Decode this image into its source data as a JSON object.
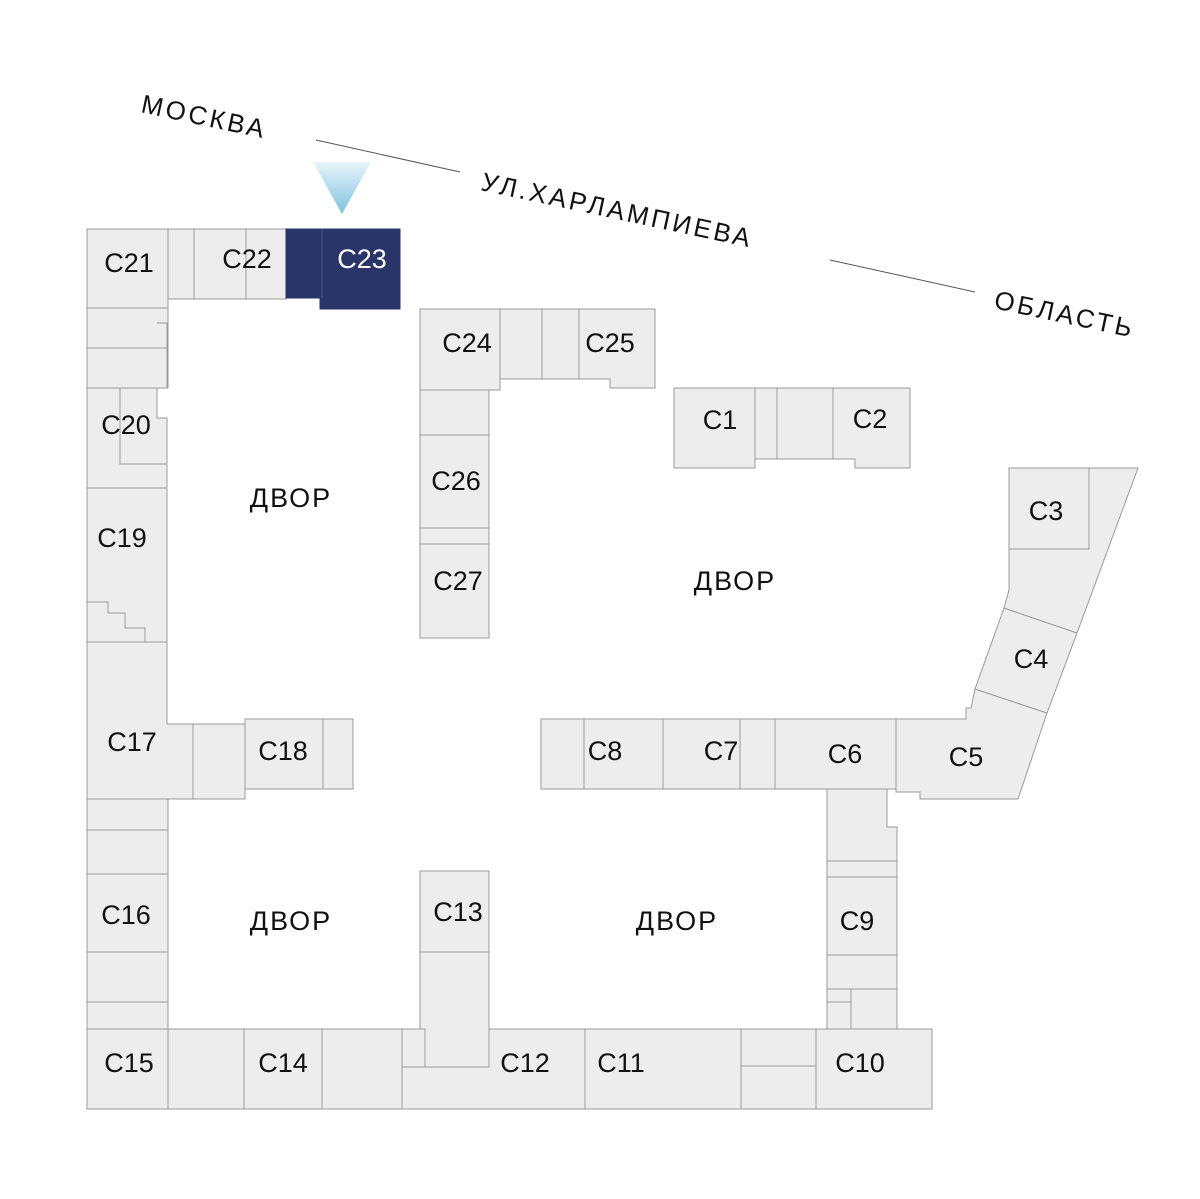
{
  "street": {
    "part1": "МОСКВА",
    "part2": "УЛ.ХАРЛАМПИЕВА",
    "part3": "ОБЛАСТЬ"
  },
  "yards": {
    "top_left": "ДВОР",
    "center": "ДВОР",
    "bottom_left": "ДВОР",
    "bottom_center": "ДВОР"
  },
  "selected_section": "С23",
  "colors": {
    "selected": "#293569",
    "marker_top": "#e8f4fb",
    "marker_bottom": "#7fc1df",
    "section_fill": "#ededed",
    "section_stroke": "#9a9a9a"
  },
  "sections": {
    "c1": "С1",
    "c2": "С2",
    "c3": "С3",
    "c4": "С4",
    "c5": "С5",
    "c6": "С6",
    "c7": "С7",
    "c8": "С8",
    "c9": "С9",
    "c10": "С10",
    "c11": "С11",
    "c12": "С12",
    "c13": "С13",
    "c14": "С14",
    "c15": "С15",
    "c16": "С16",
    "c17": "С17",
    "c18": "С18",
    "c19": "С19",
    "c20": "С20",
    "c21": "С21",
    "c22": "С22",
    "c23": "С23",
    "c24": "С24",
    "c25": "С25",
    "c26": "С26",
    "c27": "С27"
  },
  "icons": {
    "marker": "location-marker-icon"
  }
}
